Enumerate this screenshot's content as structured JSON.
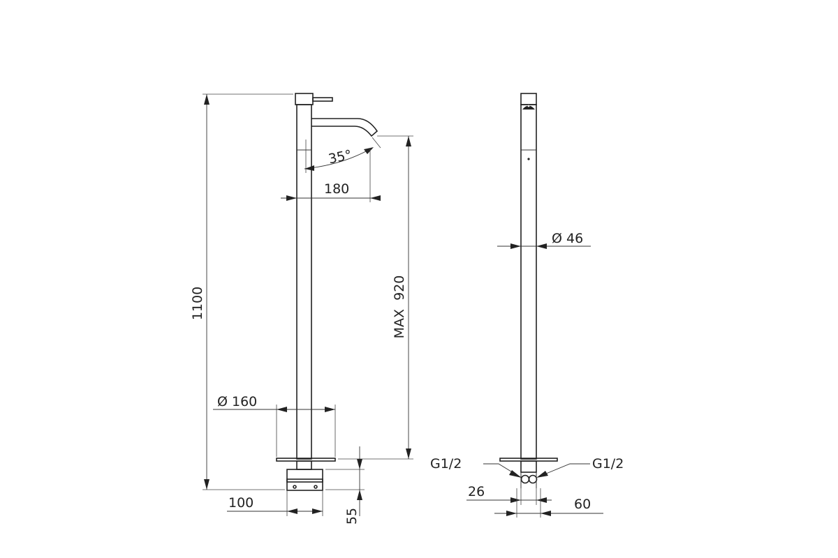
{
  "drawing": {
    "colors": {
      "line": "#222222",
      "background": "#ffffff"
    },
    "front_view": {
      "total_height": "1100",
      "spout_reach": "180",
      "spout_angle": "35°",
      "max_height": "MAX  920",
      "base_diameter": "Ø 160",
      "base_width": "100",
      "base_height": "55"
    },
    "side_view": {
      "body_diameter": "Ø 46",
      "inlet_left": "G1/2",
      "inlet_right": "G1/2",
      "inlet_spacing": "26",
      "inlet_width": "60"
    }
  }
}
